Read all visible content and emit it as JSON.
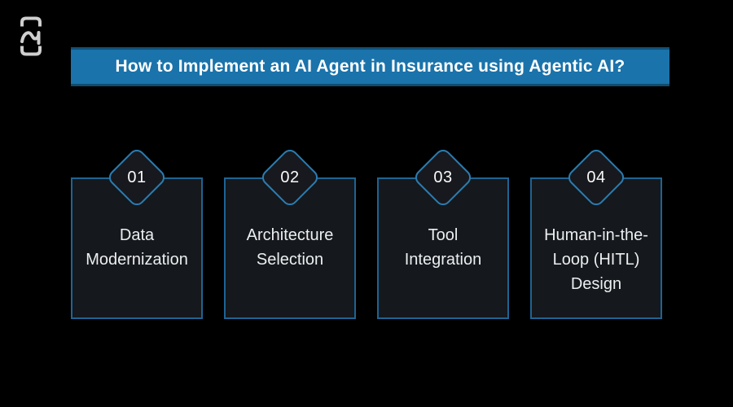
{
  "icons": {
    "brand_logo": "rounded-rect-with-swoosh"
  },
  "title_banner": {
    "text": "How to Implement an AI Agent in Insurance using Agentic AI?"
  },
  "steps": [
    {
      "number": "01",
      "label": "Data\nModernization"
    },
    {
      "number": "02",
      "label": "Architecture\nSelection"
    },
    {
      "number": "03",
      "label": "Tool\nIntegration"
    },
    {
      "number": "04",
      "label": "Human-in-the-\nLoop (HITL)\nDesign"
    }
  ],
  "colors": {
    "background": "#000000",
    "banner_fill": "#1a73ab",
    "card_fill": "#15181c",
    "card_border": "#1e6493",
    "diamond_border": "#2b7cb0",
    "text": "#eceef0",
    "logo_gray": "#cfcfcf"
  }
}
